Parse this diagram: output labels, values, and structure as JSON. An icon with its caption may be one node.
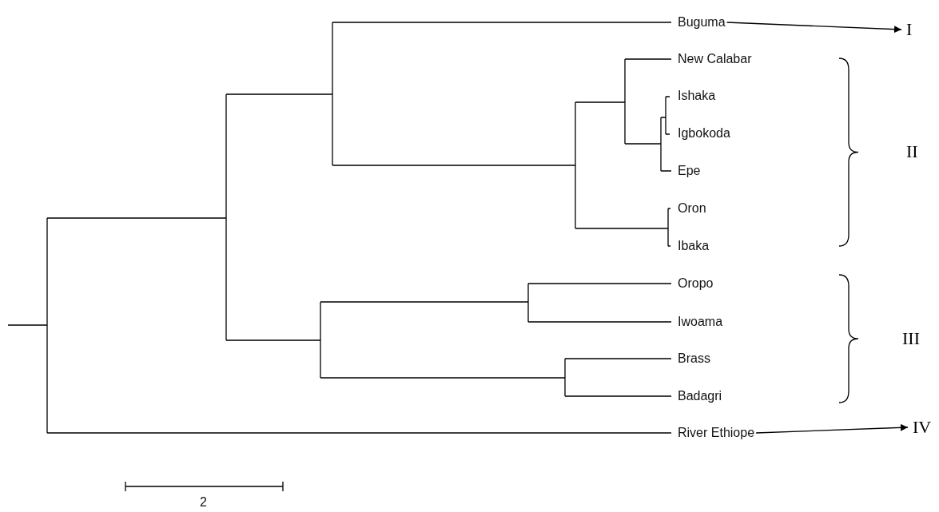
{
  "diagram": {
    "nodes": [
      {
        "text": [
          "Buguma"
        ]
      },
      {
        "text": [
          "New Calabar"
        ]
      },
      {
        "text": [
          "Ishaka"
        ]
      },
      {
        "text": [
          "Igbokoda"
        ]
      },
      {
        "text": [
          "Epe"
        ]
      },
      {
        "text": [
          "Oron"
        ]
      },
      {
        "text": [
          "Ibaka"
        ]
      },
      {
        "text": [
          "Oropo"
        ]
      },
      {
        "text": [
          "Iwoama"
        ]
      },
      {
        "text": [
          "Brass"
        ]
      },
      {
        "text": [
          "Badagri"
        ]
      },
      {
        "text": [
          "River Ethiope"
        ]
      },
      {
        "text": [
          "I"
        ]
      },
      {
        "text": [
          "IV"
        ]
      }
    ],
    "edges": [
      {
        "from": 0,
        "to": 12,
        "arrow": "to"
      },
      {
        "from": 11,
        "to": 13,
        "arrow": "to"
      }
    ],
    "labels": [
      "II",
      "III",
      "2"
    ]
  }
}
